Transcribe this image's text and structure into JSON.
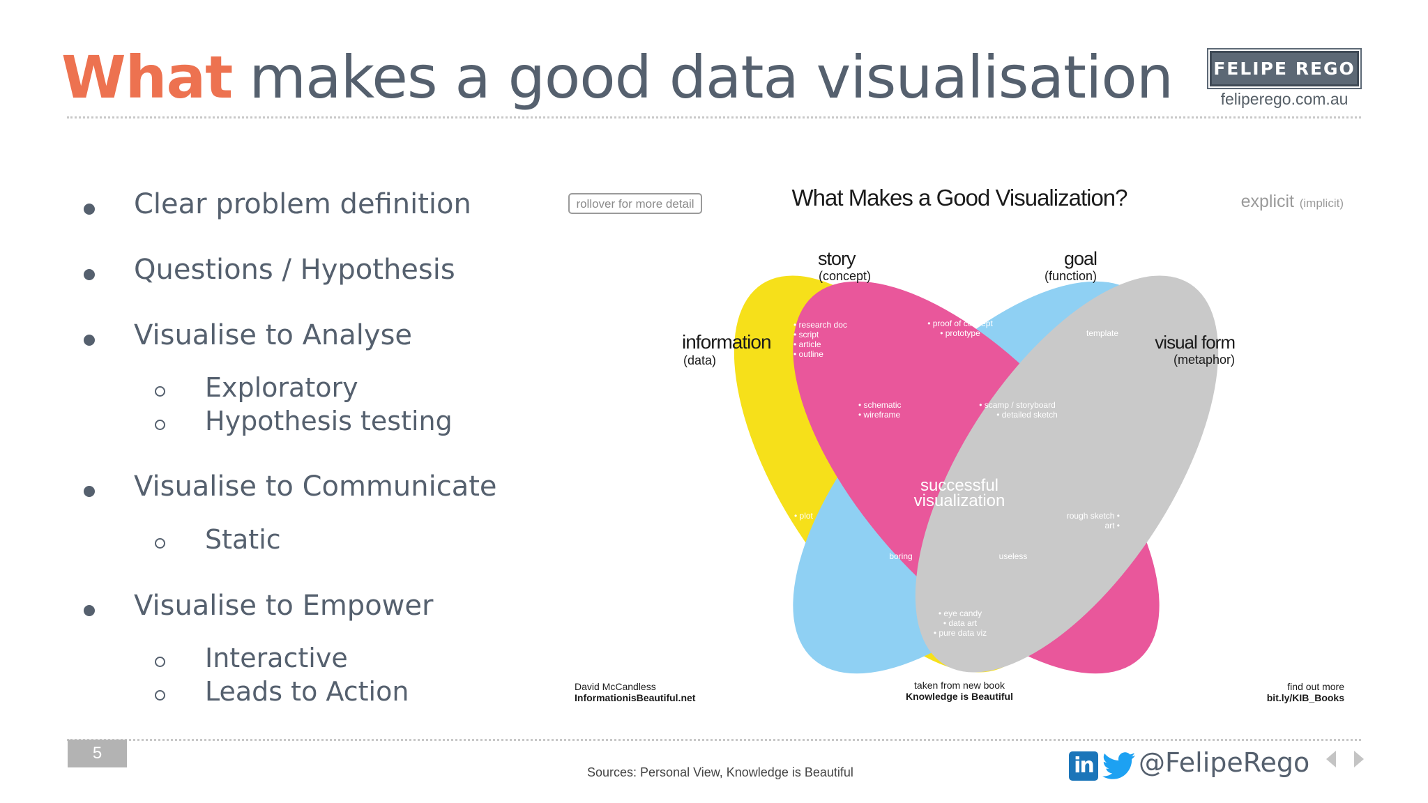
{
  "slide": {
    "title_accent": "What",
    "title_rest": "makes a good data visualisation",
    "logo_text": "FELIPE REGO",
    "logo_url": "feliperego.com.au",
    "page_number": "5",
    "sources": "Sources: Personal View, Knowledge is Beautiful",
    "social_handle": "@FelipeRego",
    "linkedin_glyph": "in"
  },
  "bullets": [
    {
      "text": "Clear problem definition"
    },
    {
      "text": "Questions / Hypothesis"
    },
    {
      "text": "Visualise to Analyse",
      "sub": [
        "Exploratory",
        "Hypothesis testing"
      ]
    },
    {
      "text": "Visualise to Communicate",
      "sub": [
        "Static"
      ]
    },
    {
      "text": "Visualise to Empower",
      "sub": [
        "Interactive",
        "Leads to Action"
      ]
    }
  ],
  "venn": {
    "title": "What Makes a Good Visualization?",
    "rollover": "rollover for more detail",
    "explicit": "explicit",
    "implicit": "(implicit)",
    "information": "information",
    "information_sub": "(data)",
    "story": "story",
    "story_sub": "(concept)",
    "goal": "goal",
    "goal_sub": "(function)",
    "visual_form": "visual form",
    "visual_form_sub": "(metaphor)",
    "story_items": [
      "• research doc",
      "• script",
      "• article",
      "• outline"
    ],
    "proof": [
      "• proof of concept",
      "• prototype"
    ],
    "template": "template",
    "schematic": [
      "• schematic",
      "• wireframe"
    ],
    "scamp": [
      "• scamp / storyboard",
      "• detailed sketch"
    ],
    "success": [
      "successful",
      "visualization"
    ],
    "plot": "• plot",
    "rough": [
      "rough sketch •",
      "art •"
    ],
    "boring": "boring",
    "useless": "useless",
    "eye": [
      "• eye candy",
      "• data art",
      "• pure data viz"
    ],
    "credit_left": [
      "David McCandless",
      "InformationisBeautiful.net"
    ],
    "credit_center": [
      "taken from new book",
      "Knowledge is Beautiful"
    ],
    "credit_right": [
      "find out more",
      "bit.ly/KIB_Books"
    ]
  },
  "colors": {
    "title_accent": "#ed7250",
    "title_text": "#55606e",
    "information": "#f6e01a",
    "story": "#8fd0f3",
    "goal": "#e9579b",
    "visual_form": "#c9c9c9"
  },
  "icons": [
    "linkedin-icon",
    "twitter-icon",
    "nav-prev-icon",
    "nav-next-icon"
  ]
}
